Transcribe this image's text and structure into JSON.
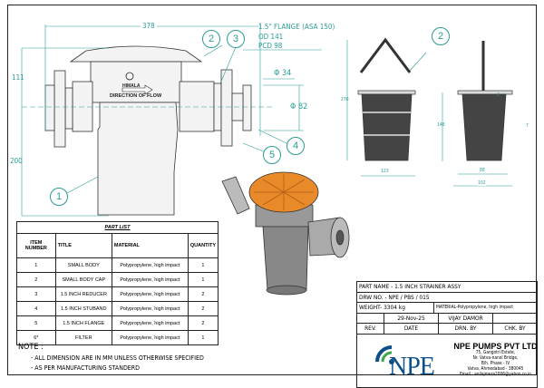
{
  "dimensions": {
    "overall_length": "378",
    "height_top": "111",
    "height_bottom": "200",
    "flange_title": "1.5\" FLANGE (ASA 150)",
    "flange_od": "OD 141",
    "flange_pcd": "PCD 98",
    "dia_inner": "Φ 34",
    "dia_outer": "Φ 82",
    "basket_height": "270",
    "basket_width": "123",
    "basket_side_height": "148",
    "basket_inner_width": "88",
    "basket_outer_width": "102",
    "small_dim_a": "2",
    "small_dim_b": "7"
  },
  "balloons": [
    "1",
    "2",
    "3",
    "4",
    "5",
    "2"
  ],
  "body_markings": {
    "brand": "HIMALA",
    "flow": "DIRECTION OF FLOW"
  },
  "parts_list": {
    "title": "PART LIST",
    "headers": [
      "ITEM NUMBER",
      "TITLE",
      "MATERIAL",
      "QUANTITY"
    ],
    "rows": [
      [
        "1",
        "SMALL BODY",
        "Polypropylene, high impact",
        "1"
      ],
      [
        "2",
        "SMALL BODY CAP",
        "Polypropylene, high impact",
        "1"
      ],
      [
        "3",
        "1.5 INCH REDUCER",
        "Polypropylene, high impact",
        "2"
      ],
      [
        "4",
        "1.5 INCH STUBAND",
        "Polypropylene, high impact",
        "2"
      ],
      [
        "5",
        "1.5 INCH FLANGE",
        "Polypropylene, high impact",
        "2"
      ],
      [
        "6*",
        "FILTER",
        "Polypropylene, high impact",
        "1"
      ]
    ]
  },
  "notes": {
    "title": "NOTE :",
    "lines": [
      "- ALL DIMENSION ARE IN MM UNLESS OTHERWISE SPECIFIED",
      "- AS PER MANUFACTURING STANDERD"
    ]
  },
  "title_block": {
    "part_name": "PART NAME - 1.5 INCH STRAINER ASSY",
    "drawing_no": "DRW NO. - NPE / PBS / 015",
    "weight": "WEIGHT- 3304 kg",
    "material": "MATERIAL-Polypropylene, high impact",
    "date_value": "29-Nov-25",
    "drawn_by_value": "VIJAY DAMOR",
    "rev_label": "REV.",
    "date_label": "DATE",
    "drawn_label": "DRN. BY",
    "checked_label": "CHK. BY",
    "logo_text": "NPE",
    "company": "NPE PUMPS PVT LTD",
    "address": [
      "75, Gangotri Estate,",
      "Nr. Vatva-nanol Bridge,",
      "B/h. Phase - IV",
      "Vatva, Ahmedabad - 380045",
      "Email : anilajmera2006@yahoo.co.in"
    ]
  },
  "colors": {
    "dimension": "#2a9d95",
    "lid_3d": "#e8892a",
    "logo_blue": "#0d4f8b",
    "logo_green": "#3aa84a"
  }
}
